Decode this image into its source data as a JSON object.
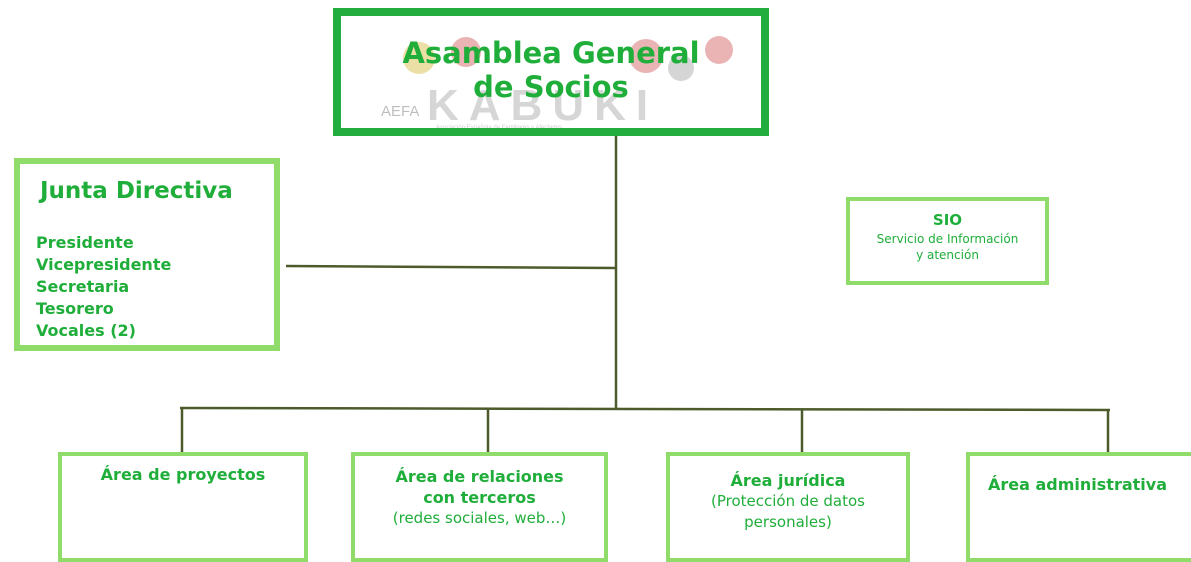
{
  "assembly": {
    "title_line1": "Asamblea General",
    "title_line2": "de Socios"
  },
  "logo": {
    "acronym": "AEFA",
    "name": "KABUKI",
    "tagline": "Asociación Española de Familiares y Afectados"
  },
  "junta": {
    "title": "Junta Directiva",
    "members": [
      "Presidente",
      "Vicepresidente",
      "Secretaria",
      "Tesorero",
      "Vocales (2)"
    ]
  },
  "sio": {
    "title": "SIO",
    "subtitle_line1": "Servicio de Información",
    "subtitle_line2": "y atención"
  },
  "areas": [
    {
      "title": "Área de proyectos"
    },
    {
      "title_line1": "Área de relaciones",
      "title_line2": "con terceros",
      "subtitle": "(redes sociales, web…)"
    },
    {
      "title": "Área jurídica",
      "subtitle_line1": "(Protección de datos",
      "subtitle_line2": "personales)"
    },
    {
      "title": "Área administrativa"
    }
  ],
  "colors": {
    "border_dark": "#23ad3f",
    "border_light": "#8fdc6a",
    "text": "#1fae3a",
    "connector": "#4d5a2c"
  }
}
